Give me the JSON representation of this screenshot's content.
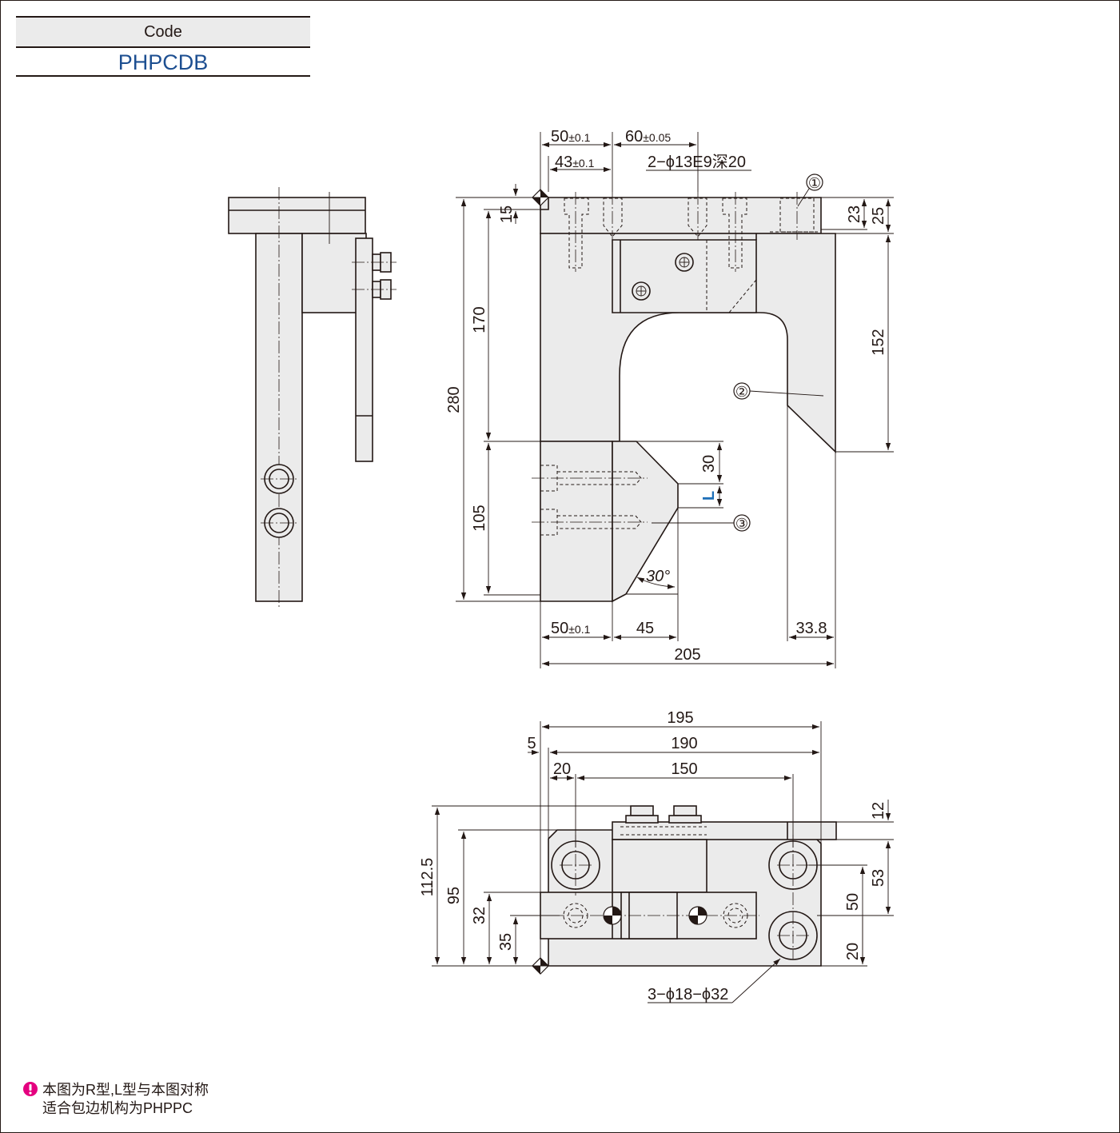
{
  "code_table": {
    "header": "Code",
    "value": "PHPCDB"
  },
  "front_view": {
    "dimensions": {
      "top_a": "50",
      "top_a_tol": "±0.1",
      "top_b": "60",
      "top_b_tol": "±0.05",
      "top_c": "43",
      "top_c_tol": "±0.1",
      "hole_callout": "2−ϕ13E9深20",
      "left_15": "15",
      "left_170": "170",
      "left_280": "280",
      "left_105": "105",
      "right_23": "23",
      "right_25": "25",
      "right_152": "152",
      "gap_30": "30",
      "gap_l": "L",
      "angle": "30°",
      "bottom_a": "50",
      "bottom_a_tol": "±0.1",
      "bottom_45": "45",
      "bottom_338": "33.8",
      "bottom_205": "205"
    },
    "balloons": [
      "①",
      "②",
      "③"
    ]
  },
  "top_view": {
    "dimensions": {
      "w195": "195",
      "w190": "190",
      "w5": "5",
      "w20": "20",
      "w150": "150",
      "h1125": "112.5",
      "h95": "95",
      "h32": "32",
      "h35": "35",
      "r12": "12",
      "r53": "53",
      "r50": "50",
      "r20": "20",
      "hole_callout": "3−ϕ18−ϕ32"
    }
  },
  "colors": {
    "part_fill": "#ebebeb",
    "line": "#231815",
    "code_blue": "#1d4f91",
    "dim_l": "#1d6fb8",
    "note_icon": "#e4007f"
  },
  "notes": {
    "icon": "info-pin-icon",
    "line1": "本图为R型,L型与本图对称",
    "line2": "适合包边机构为PHPPC"
  }
}
